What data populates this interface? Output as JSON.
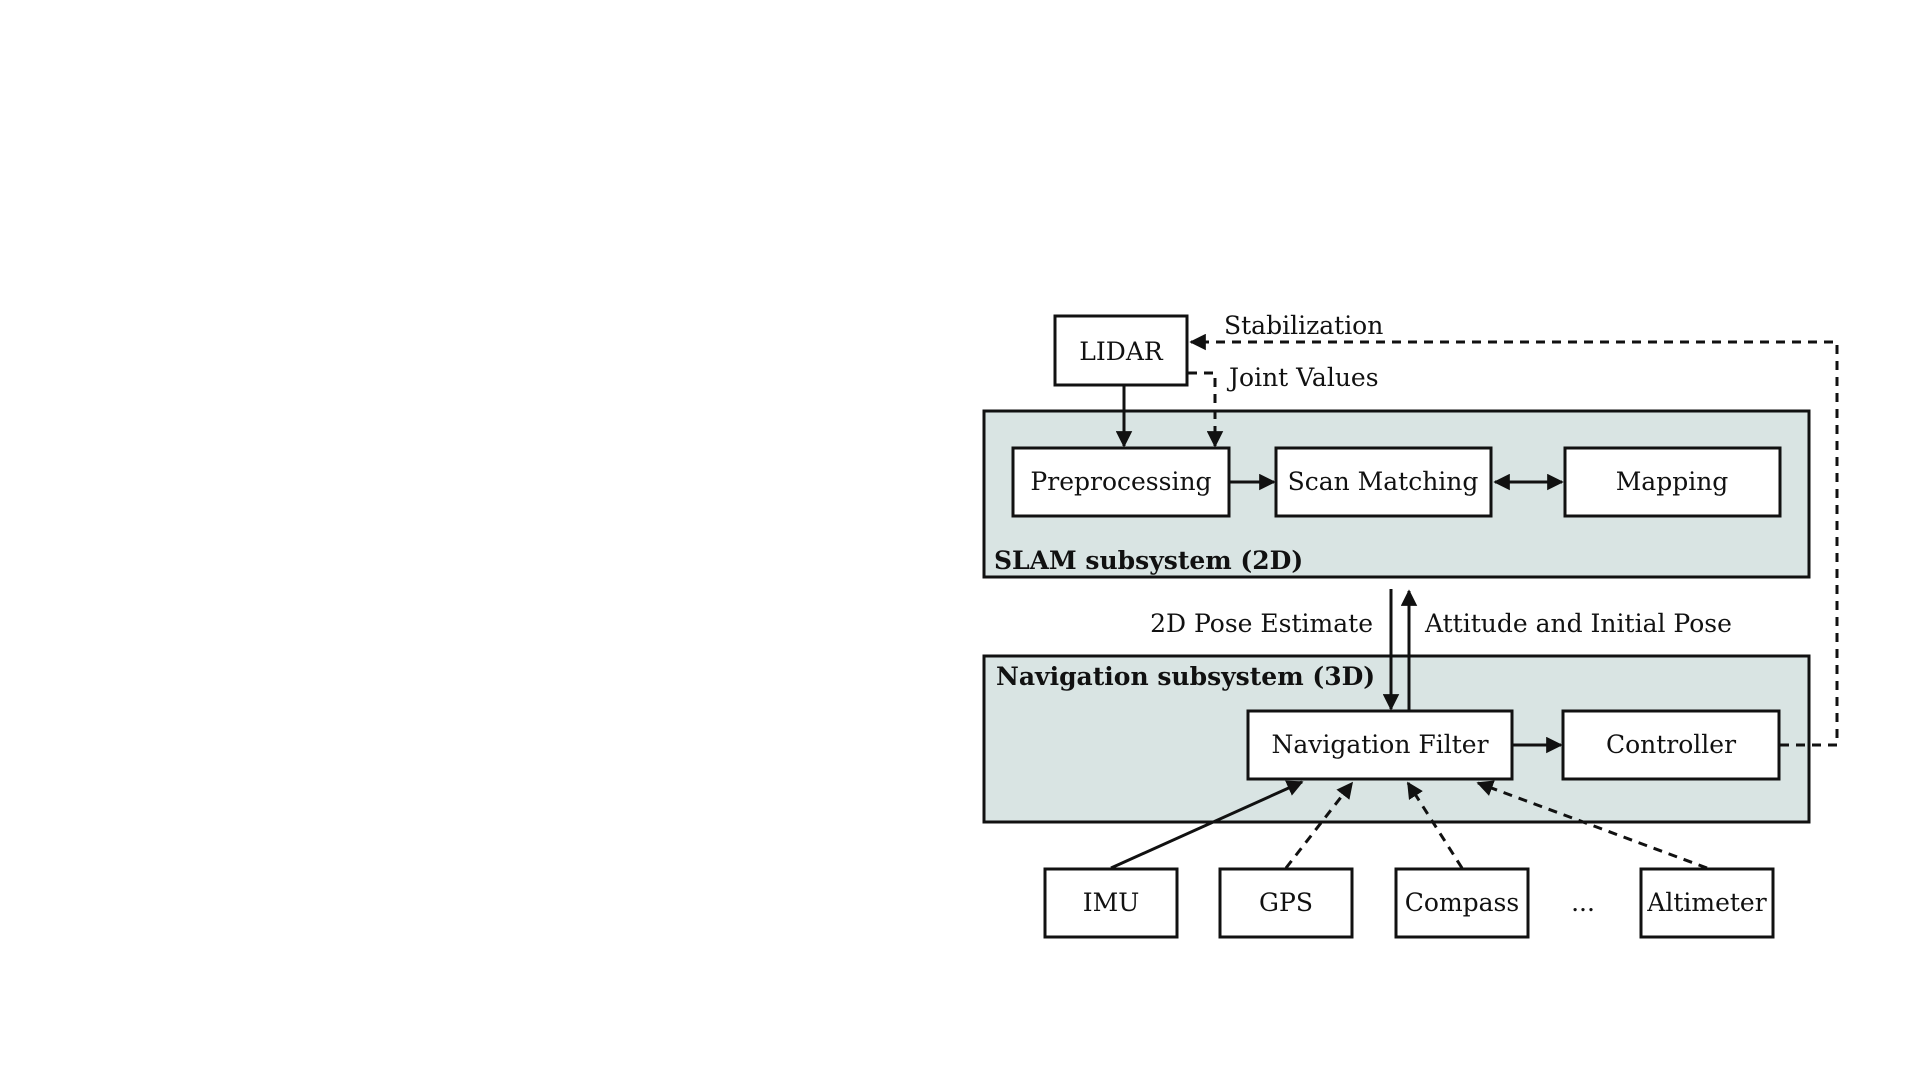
{
  "sensor": {
    "lidar": "LIDAR"
  },
  "edge_labels": {
    "stabilization": "Stabilization",
    "joint_values": "Joint Values",
    "pose_estimate": "2D Pose Estimate",
    "attitude": "Attitude and Initial Pose"
  },
  "slam": {
    "title": "SLAM subsystem (2D)",
    "preprocessing": "Preprocessing",
    "scan_matching": "Scan Matching",
    "mapping": "Mapping"
  },
  "navigation": {
    "title": "Navigation subsystem (3D)",
    "filter": "Navigation Filter",
    "controller": "Controller"
  },
  "sensors": {
    "imu": "IMU",
    "gps": "GPS",
    "compass": "Compass",
    "ellipsis": "...",
    "altimeter": "Altimeter"
  }
}
